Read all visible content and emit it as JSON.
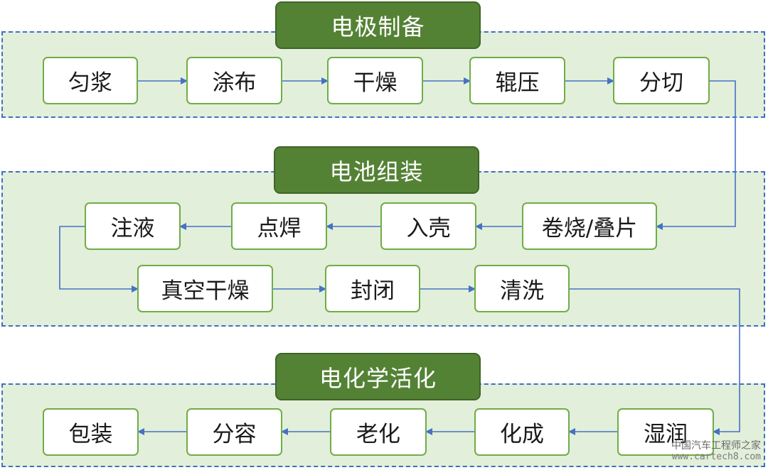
{
  "sections": [
    {
      "title": "电极制备",
      "steps": [
        "匀浆",
        "涂布",
        "干燥",
        "辊压",
        "分切"
      ]
    },
    {
      "title": "电池组装",
      "row1": [
        "卷烧/叠片",
        "入壳",
        "点焊",
        "注液"
      ],
      "row2": [
        "真空干燥",
        "封闭",
        "清洗"
      ]
    },
    {
      "title": "电化学活化",
      "steps": [
        "湿润",
        "化成",
        "老化",
        "分容",
        "包装"
      ]
    }
  ],
  "colors": {
    "section_fill": "#e2efda",
    "section_border": "#3f6fc4",
    "header_fill": "#548235",
    "box_border": "#70ad47",
    "arrow": "#4472c4"
  },
  "watermark": {
    "text": "中国汽车工程师之家",
    "url": "www.cartech8.com"
  }
}
